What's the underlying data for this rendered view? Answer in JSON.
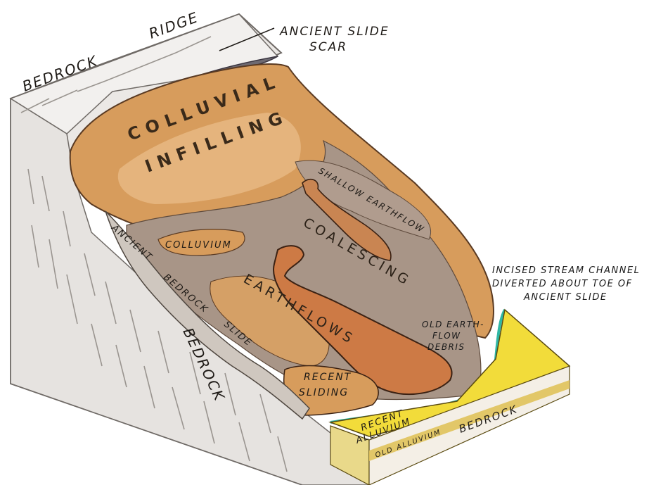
{
  "labels": {
    "ridge": "RIDGE",
    "bedrock_top": "BEDROCK",
    "ancient_slide_scar_line1": "ANCIENT SLIDE",
    "ancient_slide_scar_line2": "SCAR",
    "colluvial": "COLLUVIAL",
    "infilling": "INFILLING",
    "shallow_earthflow": "SHALLOW EARTHFLOW",
    "colluvium": "COLLUVIUM",
    "coalescing": "COALESCING",
    "earthflows": "EARTHFLOWS",
    "ancient_bedrock_slide_a": "ANCIENT",
    "ancient_bedrock_slide_b": "BEDROCK",
    "ancient_bedrock_slide_c": "SLIDE",
    "bedrock_left": "BEDROCK",
    "old_earthflow_line1": "OLD EARTH-",
    "old_earthflow_line2": "FLOW",
    "old_earthflow_line3": "DEBRIS",
    "recent_sliding_line1": "RECENT",
    "recent_sliding_line2": "SLIDING",
    "recent_alluvium_line1": "RECENT",
    "recent_alluvium_line2": "ALLUVIUM",
    "old_alluvium": "OLD ALLUVIUM",
    "bedrock_front": "BEDROCK",
    "incised_line1": "INCISED STREAM CHANNEL",
    "incised_line2": "DIVERTED ABOUT TOE OF",
    "incised_line3": "ANCIENT SLIDE"
  },
  "colors": {
    "bedrock": "#ece9e6",
    "bedrock_stroke": "#8a8580",
    "colluvial_infilling": "#d79c5c",
    "colluvial_light": "#e8b883",
    "earthflow_grey": "#a89587",
    "recent_earthflow": "#cd7a45",
    "stream": "#2fb7a4",
    "recent_alluvium": "#f2dc3a",
    "scarp": "#6e6a72"
  }
}
